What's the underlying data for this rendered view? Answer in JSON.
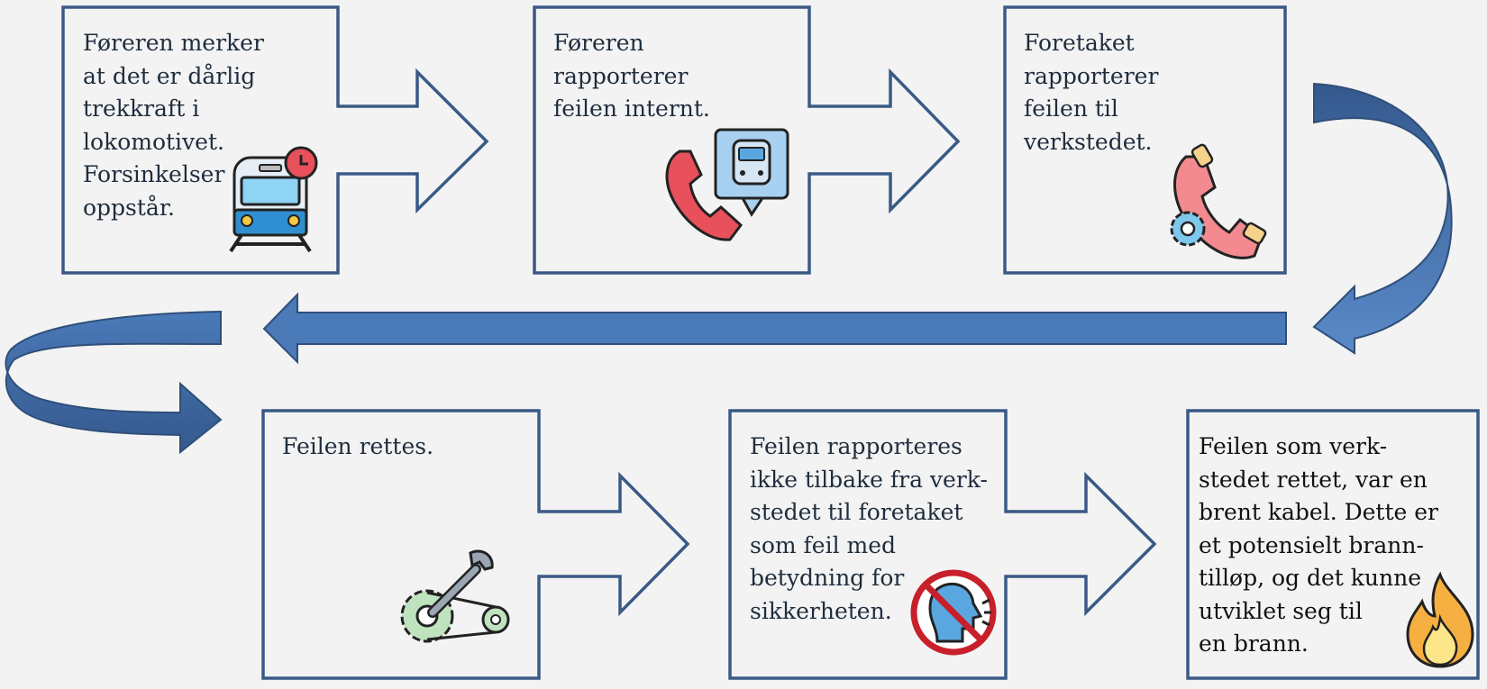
{
  "colors": {
    "box_border": "#3a5a86",
    "arrow_fill": "#4a7ab8",
    "arrow_dark": "#35598e",
    "text": "#1f2d3d"
  },
  "steps": [
    {
      "id": "step-1",
      "text": "Føreren merker\nat det er dårlig\ntrekkraft i\nlokomotivet.\nForsinkelser\noppstår.",
      "icon": "train-clock-icon"
    },
    {
      "id": "step-2",
      "text": "Føreren\nrapporterer\nfeilen internt.",
      "icon": "phone-train-chat-icon"
    },
    {
      "id": "step-3",
      "text": "Foretaket\nrapporterer\nfeilen til\nverkstedet.",
      "icon": "phone-gear-icon"
    },
    {
      "id": "step-4",
      "text": "Feilen rettes.",
      "icon": "wrench-gear-icon"
    },
    {
      "id": "step-5",
      "text": "Feilen rapporteres\nikke tilbake fra verk-\nstedet til foretaket\nsom feil med\nbetydning for\nsikkerheten.",
      "icon": "no-speaking-icon"
    },
    {
      "id": "step-6",
      "text": "Feilen som verk-\nstedet rettet, var en\nbrent kabel. Dette er\net potensielt brann-\ntilløp, og det kunne\nutviklet seg til\nen brann.",
      "icon": "fire-icon"
    }
  ]
}
